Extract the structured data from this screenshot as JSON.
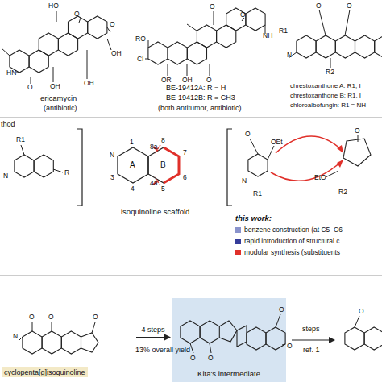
{
  "diagram": {
    "nodes": [
      {
        "text": [
          "cyclopenta[g]isoquinoline"
        ]
      },
      {
        "text": [
          "Kita's intermediate"
        ]
      }
    ],
    "edges": [
      {
        "from": 0,
        "to": 1,
        "arrow": "to",
        "label": "4 steps"
      }
    ],
    "labels": [
      "HO",
      "O",
      "O",
      "OH",
      "HN",
      "O",
      "OH",
      "OH",
      "ericamycin",
      "(antibiotic)",
      "RO",
      "Cl",
      "OR",
      "OH",
      "O",
      "O",
      "O",
      "NH",
      "BE-19412A: R = H",
      "BE-19412B: R = CH3",
      "(both antitumor, antibiotic)",
      "O",
      "O",
      "R1",
      "N",
      "R2",
      "chrestoxanthone A: R1, I",
      "chrestoxanthone B: R1, I",
      "chloroalbofungin: R1 = NH",
      "thod",
      "R1",
      "N",
      "R",
      "1",
      "8a",
      "8",
      "7",
      "6",
      "5",
      "4a",
      "4",
      "3",
      "N",
      "A",
      "B",
      "isoquinoline scaffold",
      "O",
      "OEt",
      "N",
      "R1",
      "O",
      "EtO",
      "R2",
      "this work:",
      "O",
      "O",
      "N",
      "O",
      "13% overall yield",
      "O",
      "O",
      "O",
      "O",
      "steps",
      "ref. 1",
      "O"
    ],
    "legend": [
      {
        "text": "benzene construction (at C5–C6",
        "color": "#8a93cc"
      },
      {
        "text": "rapid introduction of structural c",
        "color": "#353c9a"
      },
      {
        "text": "modular synthesis (substituents",
        "color": "#e0302a"
      }
    ]
  }
}
